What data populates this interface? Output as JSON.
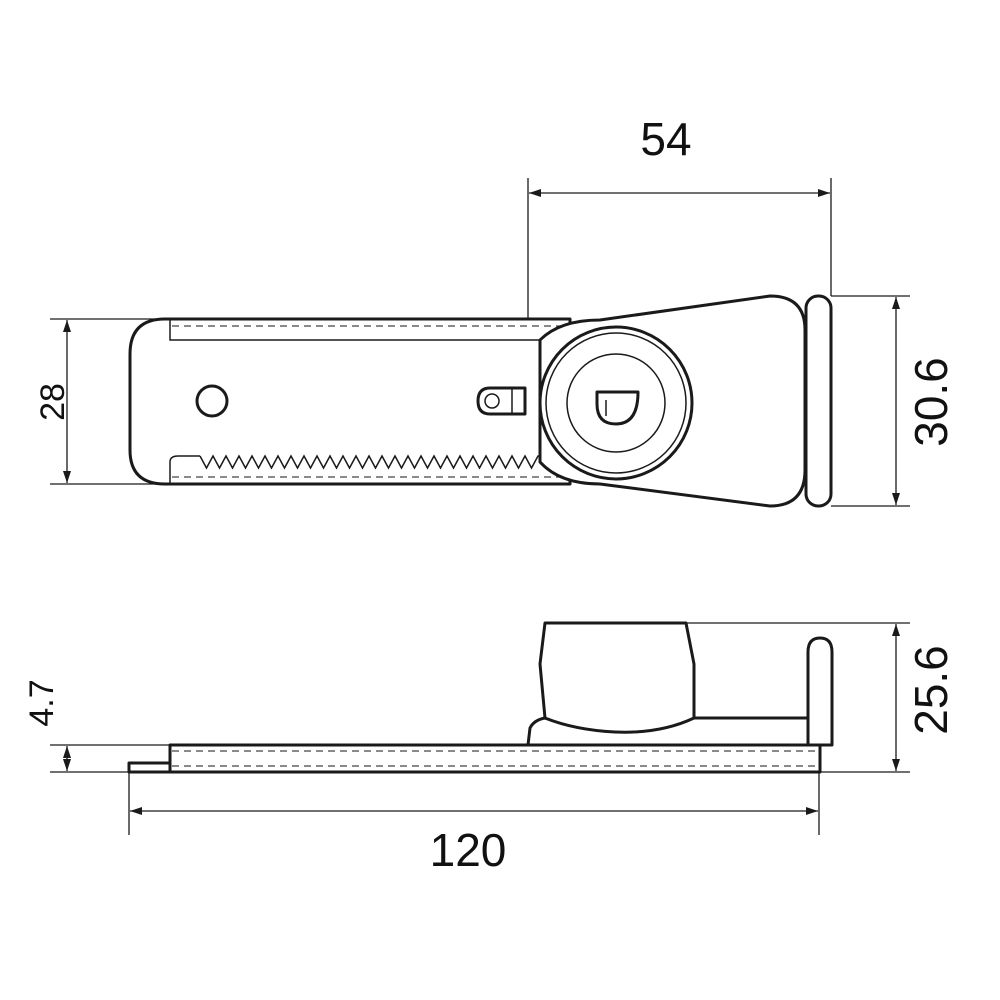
{
  "drawing": {
    "top_view": {
      "dim_length_partial": "54",
      "dim_width_body": "28",
      "dim_width_head": "30.6"
    },
    "side_view": {
      "dim_total_length": "120",
      "dim_plate_thickness": "4.7",
      "dim_total_height": "25.6"
    }
  },
  "colors": {
    "line": "#1a1a1a",
    "background": "#ffffff"
  }
}
